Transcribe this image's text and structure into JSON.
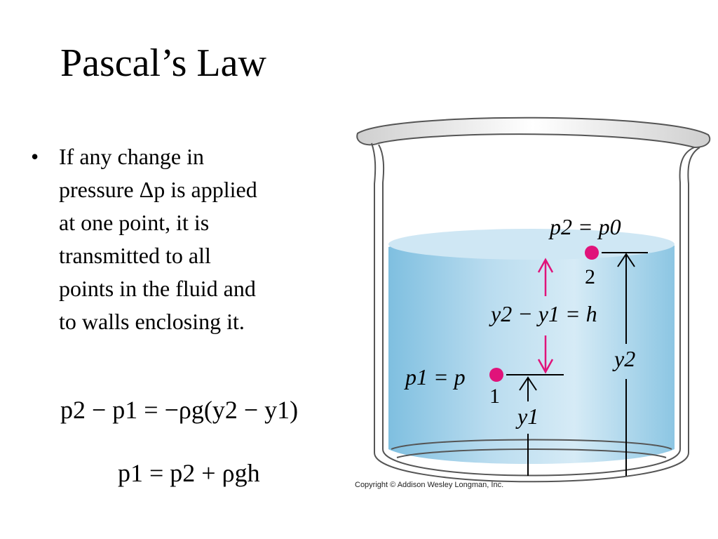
{
  "slide": {
    "title": "Pascal’s Law",
    "bullet_symbol": "•",
    "bullet_lines": [
      "If any change in",
      "pressure Δp  is applied",
      "at one point, it is",
      "transmitted to all",
      "points in the fluid and",
      "to walls enclosing it."
    ],
    "equations": [
      "p2 − p1 = −ρg(y2 − y1)",
      "p1 = p2 + ρgh"
    ]
  },
  "figure": {
    "labels": {
      "p2_eq_p0": "p2 = p0",
      "point_2": "2",
      "diff": "y2 − y1 = h",
      "y2": "y2",
      "p1_eq_p": "p1 = p",
      "point_1": "1",
      "y1": "y1"
    },
    "copyright": "Copyright © Addison Wesley Longman, Inc.",
    "colors": {
      "water": "#a9d3ea",
      "water_light": "#d8ecf6",
      "point": "#e0137a",
      "arrow": "#e0137a",
      "glass": "#8a8a8a"
    }
  }
}
